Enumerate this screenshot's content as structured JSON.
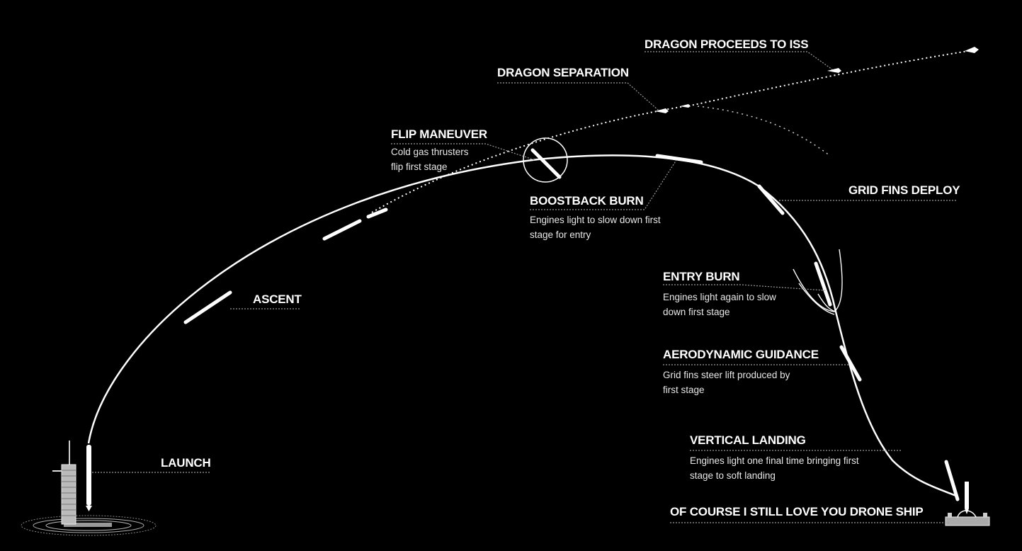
{
  "labels": {
    "launch": {
      "title": "LAUNCH"
    },
    "ascent": {
      "title": "ASCENT"
    },
    "flip": {
      "title": "FLIP MANEUVER",
      "desc": [
        "Cold gas thrusters",
        "flip first stage"
      ]
    },
    "boostback": {
      "title": "BOOSTBACK BURN",
      "desc": [
        "Engines light to slow down first",
        "stage for entry"
      ]
    },
    "dragon_sep": {
      "title": "DRAGON SEPARATION"
    },
    "dragon_iss": {
      "title": "DRAGON PROCEEDS TO ISS"
    },
    "grid_fins": {
      "title": "GRID FINS DEPLOY"
    },
    "entry": {
      "title": "ENTRY BURN",
      "desc": [
        "Engines light again to slow",
        "down first stage"
      ]
    },
    "aero": {
      "title": "AERODYNAMIC GUIDANCE",
      "desc": [
        "Grid fins steer lift produced by",
        "first stage"
      ]
    },
    "landing": {
      "title": "VERTICAL LANDING",
      "desc": [
        "Engines light one final time bringing first",
        "stage to soft landing"
      ]
    },
    "ship": {
      "title": "OF COURSE I STILL LOVE YOU DRONE SHIP"
    }
  },
  "colors": {
    "background": "#000000",
    "line": "#ffffff",
    "leader": "#9a9a9a"
  }
}
